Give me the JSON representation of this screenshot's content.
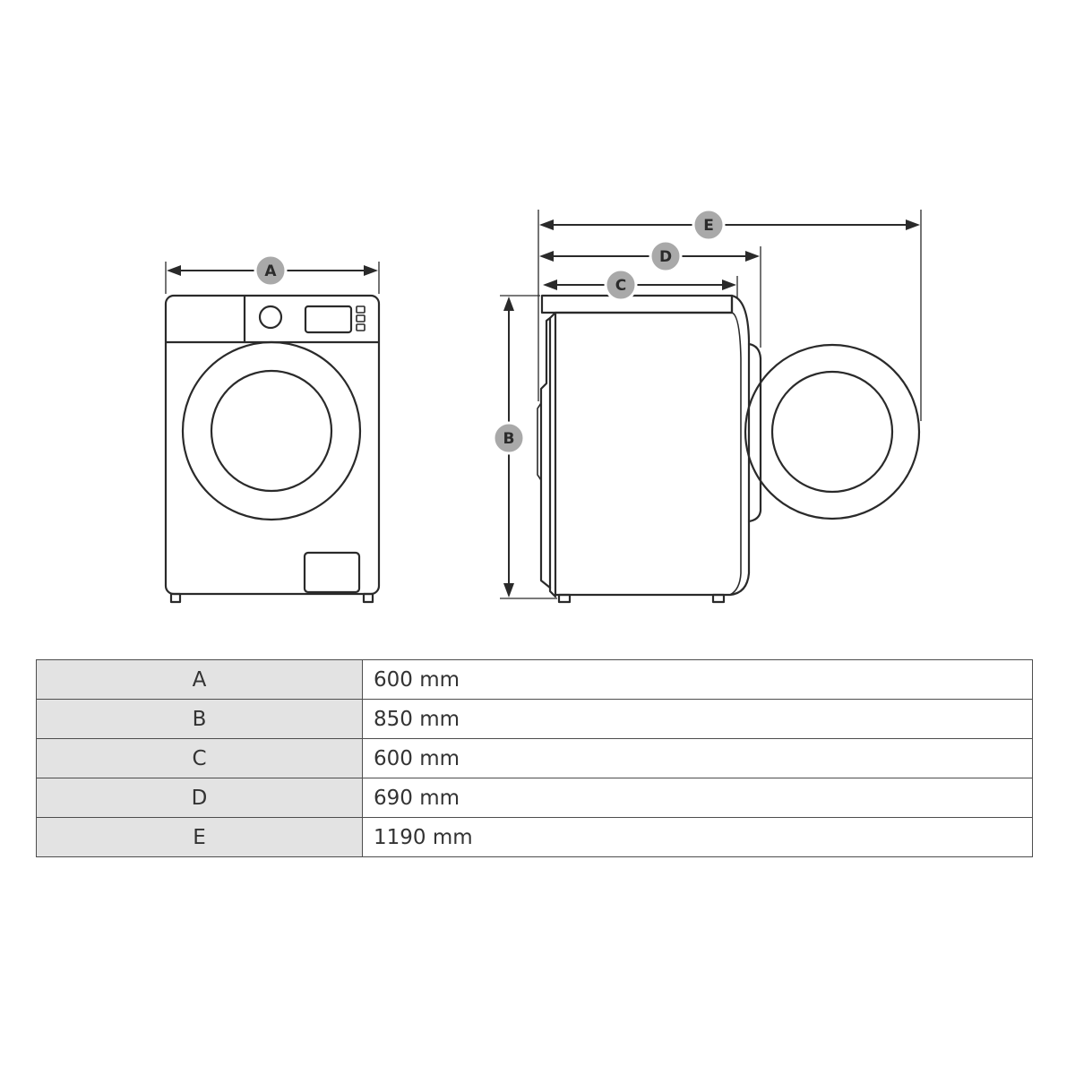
{
  "diagram": {
    "front_view": {
      "dimension": "A"
    },
    "side_view": {
      "dimensions": [
        "B",
        "C",
        "D",
        "E"
      ]
    }
  },
  "dimensions_table": {
    "rows": [
      {
        "key": "A",
        "value": "600 mm"
      },
      {
        "key": "B",
        "value": "850 mm"
      },
      {
        "key": "C",
        "value": "600 mm"
      },
      {
        "key": "D",
        "value": "690 mm"
      },
      {
        "key": "E",
        "value": "1190 mm"
      }
    ]
  },
  "colors": {
    "line": "#2a2a2a",
    "badge": "#a9a9a9",
    "key_cell": "#e3e3e3",
    "border": "#4d4d4d"
  }
}
